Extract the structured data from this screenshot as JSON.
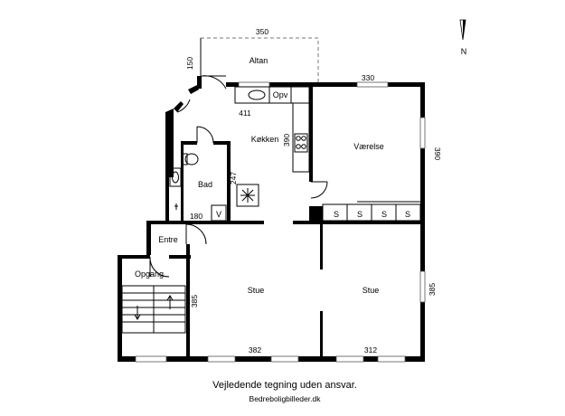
{
  "rooms": {
    "altan": "Altan",
    "opv": "Opv",
    "kokken": "Køkken",
    "vaerelse": "Værelse",
    "bad": "Bad",
    "entre": "Entre",
    "opgang": "Opgang",
    "stue_left": "Stue",
    "stue_right": "Stue",
    "v": "V",
    "s": "S"
  },
  "dimensions": {
    "altan_width": "350",
    "altan_depth": "150",
    "vaerelse_width": "330",
    "vaerelse_depth": "390",
    "kitchen_width": "411",
    "kitchen_depth": "390",
    "bath_height": "247",
    "bath_width": "180",
    "stue_left_depth": "385",
    "stue_left_width": "382",
    "stue_right_width": "312",
    "stue_right_depth": "385"
  },
  "compass": {
    "north": "N"
  },
  "footer": {
    "disclaimer": "Vejledende tegning uden ansvar.",
    "source": "Bedreboligbilleder.dk"
  }
}
